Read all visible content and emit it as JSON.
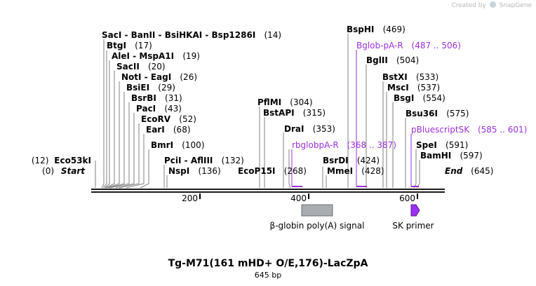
{
  "credit": {
    "prefix": "Created by",
    "brand": "SnapGene"
  },
  "plasmid": {
    "name": "Tg-M71(161 mHD+ O/E,176)-LacZpA",
    "size_label": "645 bp"
  },
  "sites": [
    {
      "name": "SacI  - BanII  - BsiHKAI  - Bsp1286I",
      "pos": "(14)"
    },
    {
      "name": "BtgI",
      "pos": "(17)"
    },
    {
      "name": "AleI  - MspA1I",
      "pos": "(19)"
    },
    {
      "name": "SacII",
      "pos": "(20)"
    },
    {
      "name": "NotI  - EagI",
      "pos": "(26)"
    },
    {
      "name": "BsiEI",
      "pos": "(29)"
    },
    {
      "name": "BsrBI",
      "pos": "(31)"
    },
    {
      "name": "PacI",
      "pos": "(43)"
    },
    {
      "name": "EcoRV",
      "pos": "(52)"
    },
    {
      "name": "EarI",
      "pos": "(68)"
    },
    {
      "name": "BmrI",
      "pos": "(100)"
    },
    {
      "name": "PciI  - AflIII",
      "pos": "(132)"
    },
    {
      "name": "NspI",
      "pos": "(136)"
    },
    {
      "name": "Eco53kI",
      "pos": "(12)"
    },
    {
      "name": "PflMI",
      "pos": "(304)"
    },
    {
      "name": "BstAPI",
      "pos": "(315)"
    },
    {
      "name": "DraI",
      "pos": "(353)"
    },
    {
      "name": "EcoP15I",
      "pos": "(268)"
    },
    {
      "name": "BsrDI",
      "pos": "(424)"
    },
    {
      "name": "MmeI",
      "pos": "(428)"
    },
    {
      "name": "BspHI",
      "pos": "(469)"
    },
    {
      "name": "BglII",
      "pos": "(504)"
    },
    {
      "name": "BstXI",
      "pos": "(533)"
    },
    {
      "name": "MscI",
      "pos": "(537)"
    },
    {
      "name": "BsgI",
      "pos": "(554)"
    },
    {
      "name": "Bsu36I",
      "pos": "(575)"
    },
    {
      "name": "SpeI",
      "pos": "(591)"
    },
    {
      "name": "BamHI",
      "pos": "(597)"
    }
  ],
  "primers": [
    {
      "name": "Bglob-pA-R",
      "range": "(487 .. 506)"
    },
    {
      "name": "rbglobpA-R",
      "range": "(368 .. 387)"
    },
    {
      "name": "pBluescriptSK",
      "range": "(585 .. 601)"
    }
  ],
  "ends": {
    "start_label": "Start",
    "start_pos": "(0)",
    "end_label": "End",
    "end_pos": "(645)"
  },
  "ticks": [
    "200",
    "400",
    "600"
  ],
  "features": [
    {
      "name": "β-globin poly(A) signal",
      "color": "#a9adb2",
      "type": "box"
    },
    {
      "name": "SK primer",
      "color": "#9b30f0",
      "type": "arrow"
    }
  ]
}
